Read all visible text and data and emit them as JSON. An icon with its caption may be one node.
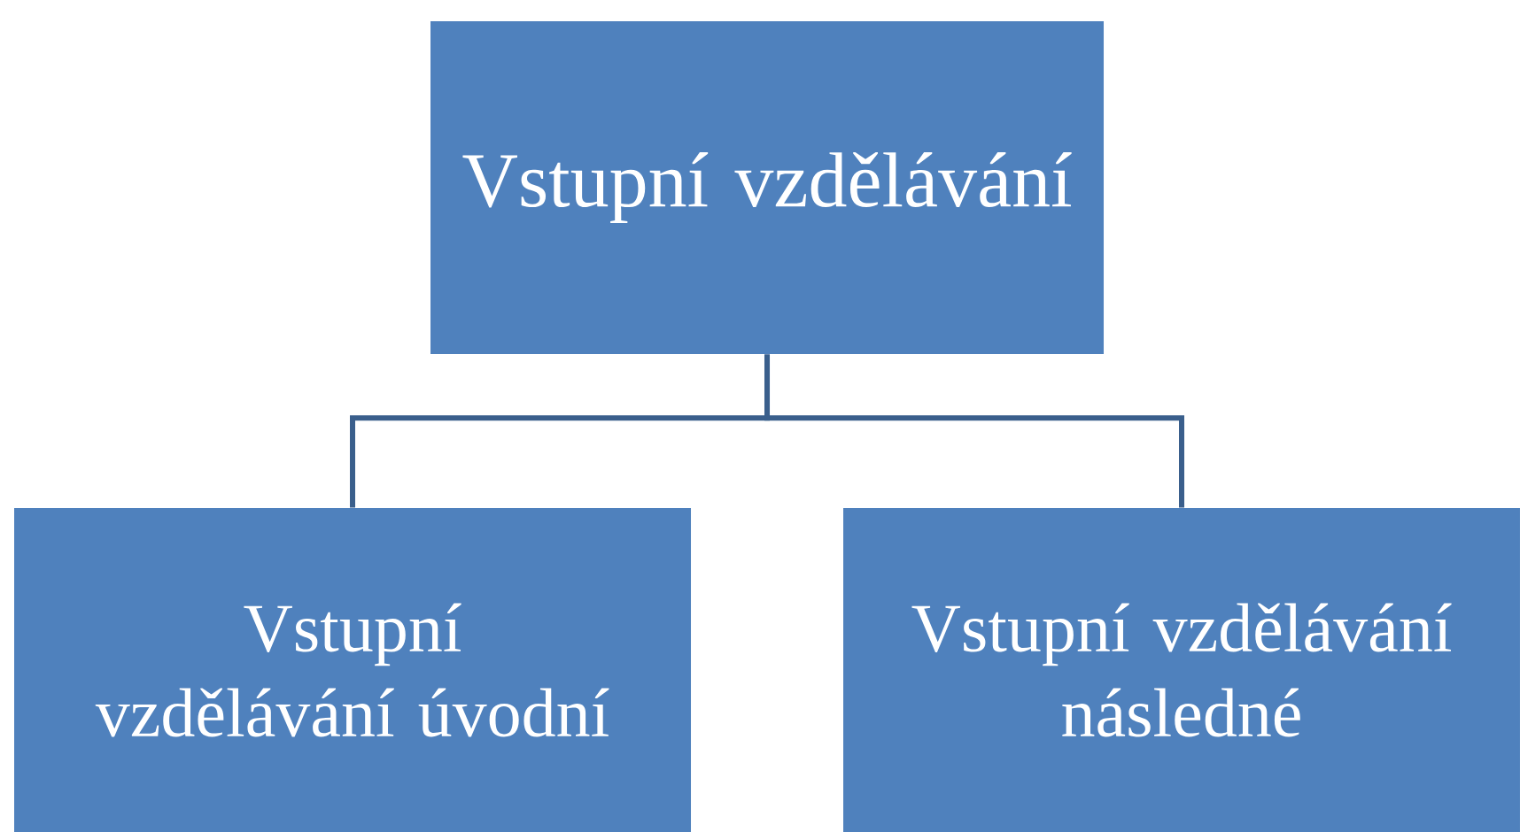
{
  "diagram": {
    "nodes": [
      {
        "text": [
          "Vstupní vzdělávání"
        ]
      },
      {
        "text": [
          "Vstupní vzdělávání úvodní"
        ]
      },
      {
        "text": [
          "Vstupní vzdělávání následné"
        ]
      }
    ],
    "edges": [
      {
        "from": 0,
        "to": 1,
        "arrow": "none"
      },
      {
        "from": 0,
        "to": 2,
        "arrow": "none"
      }
    ]
  }
}
